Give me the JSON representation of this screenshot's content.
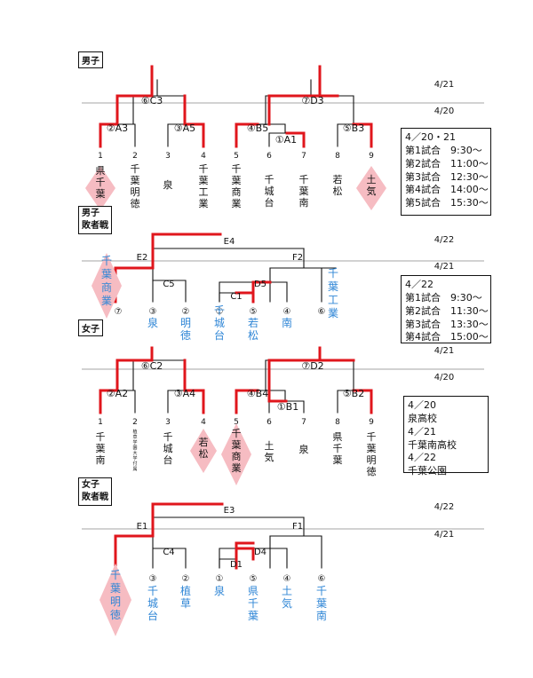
{
  "labels": {
    "boys": "男子",
    "boys_consolation_line1": "男子",
    "boys_consolation_line2": "敗者戦",
    "girls": "女子",
    "girls_consolation_line1": "女子",
    "girls_consolation_line2": "敗者戦"
  },
  "dates": {
    "d421": "4/21",
    "d420": "4/20",
    "d422": "4/22"
  },
  "schedule_boys": {
    "title": "4／20・21",
    "lines": [
      "第1試合　9:30～",
      "第2試合　11:00～",
      "第3試合　12:30～",
      "第4試合　14:00～",
      "第5試合　15:30～"
    ]
  },
  "schedule_girls": {
    "title": "4／22",
    "lines": [
      "第1試合　9:30～",
      "第2試合　11:30～",
      "第3試合　13:30～",
      "第4試合　15:00～"
    ]
  },
  "venues": {
    "lines": [
      "4／20",
      "泉高校",
      "4／21",
      "千葉南高校",
      "4／22",
      "千葉公園"
    ]
  },
  "boys_main": {
    "matches": [
      "⑥C3",
      "⑦D3",
      "②A3",
      "③A5",
      "④B5",
      "①A1",
      "⑤B3"
    ],
    "seeds": [
      "1",
      "2",
      "3",
      "4",
      "5",
      "6",
      "7",
      "8",
      "9"
    ],
    "teams": [
      "県千葉",
      "千葉明徳",
      "泉",
      "千葉工業",
      "千葉商業",
      "千城台",
      "千葉南",
      "若松",
      "土気"
    ]
  },
  "boys_cons": {
    "matches": [
      "E4",
      "E2",
      "F2",
      "C5",
      "D5",
      "C1"
    ],
    "seeds": [
      "⑦",
      "③",
      "②",
      "①",
      "⑤",
      "④",
      "⑥"
    ],
    "teams": [
      "千葉商業",
      "泉",
      "明徳",
      "千城台",
      "若松",
      "南",
      "千葉工業"
    ]
  },
  "girls_main": {
    "matches": [
      "⑥C2",
      "⑦D2",
      "②A2",
      "③A4",
      "④B4",
      "①B1",
      "⑤B2"
    ],
    "seeds": [
      "1",
      "2",
      "3",
      "4",
      "5",
      "6",
      "7",
      "8",
      "9"
    ],
    "teams": [
      "千葉南",
      "植草学園大学付属",
      "千城台",
      "若松",
      "千葉商業",
      "土気",
      "泉",
      "県千葉",
      "千葉明徳"
    ]
  },
  "girls_cons": {
    "matches": [
      "E3",
      "E1",
      "F1",
      "C4",
      "D4",
      "D1"
    ],
    "seeds": [
      "③",
      "②",
      "①",
      "⑤",
      "④",
      "⑥"
    ],
    "teams": [
      "千葉明徳",
      "千城台",
      "植草",
      "泉",
      "県千葉",
      "土気",
      "千葉南"
    ]
  },
  "colors": {
    "win": "#e0161c",
    "blue": "#2f86d6",
    "diamond": "#f6bcc2",
    "line": "#111111"
  }
}
